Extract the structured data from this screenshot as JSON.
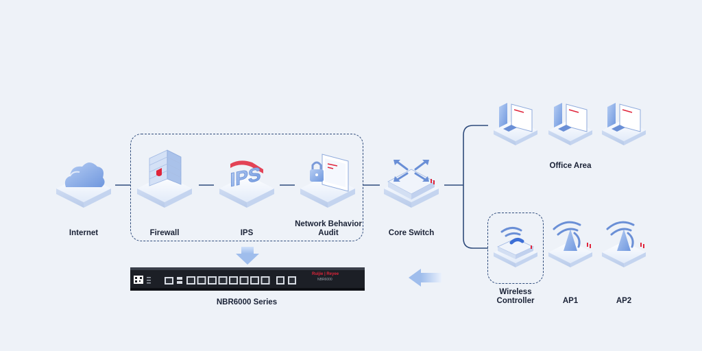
{
  "labels": {
    "internet": "Internet",
    "firewall": "Firewall",
    "ips": "IPS",
    "network_behavior_audit": "Network Behavior Audit",
    "core_switch": "Core Switch",
    "office_area": "Office Area",
    "wireless_controller": "Wireless Controller",
    "ap1": "AP1",
    "ap2": "AP2",
    "nbr_series": "NBR6000 Series"
  },
  "device": {
    "brand": "Ruijie | Reyee",
    "model": "NBR6000"
  },
  "colors": {
    "background": "#eef2f8",
    "line": "#2d4a7a",
    "icon_blue": "#3d6fd6",
    "accent_red": "#e0243a",
    "tile": "#dbe6f7",
    "arrow": "#a9c4ee"
  }
}
